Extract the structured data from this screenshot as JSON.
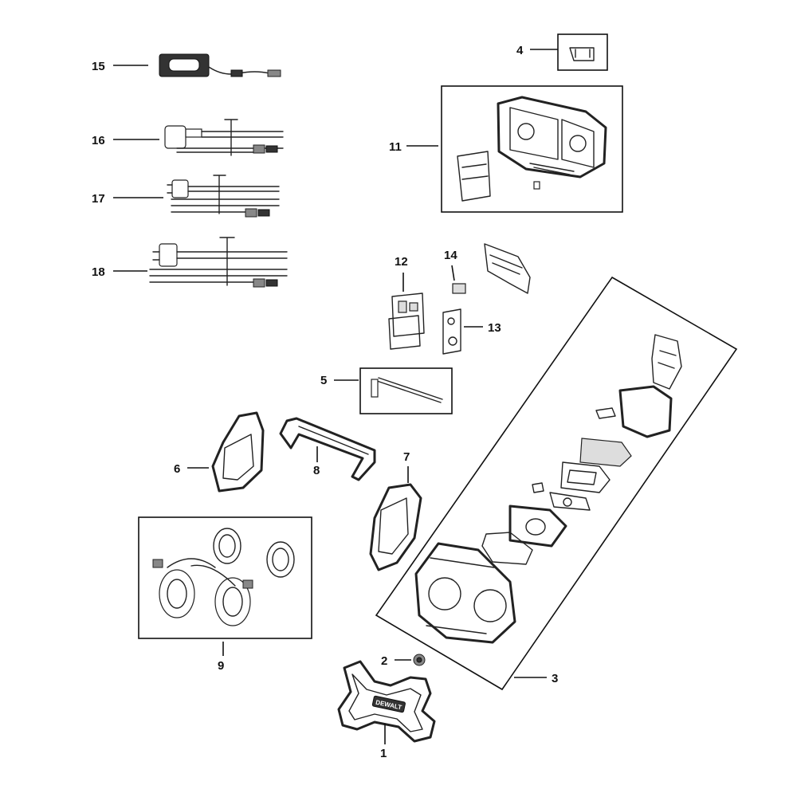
{
  "callouts": {
    "c1": "1",
    "c2": "2",
    "c3": "3",
    "c4": "4",
    "c5": "5",
    "c6": "6",
    "c7": "7",
    "c8": "8",
    "c9": "9",
    "c11": "11",
    "c12": "12",
    "c13": "13",
    "c14": "14",
    "c15": "15",
    "c16": "16",
    "c17": "17",
    "c18": "18"
  },
  "logo_text": "DEWALT"
}
